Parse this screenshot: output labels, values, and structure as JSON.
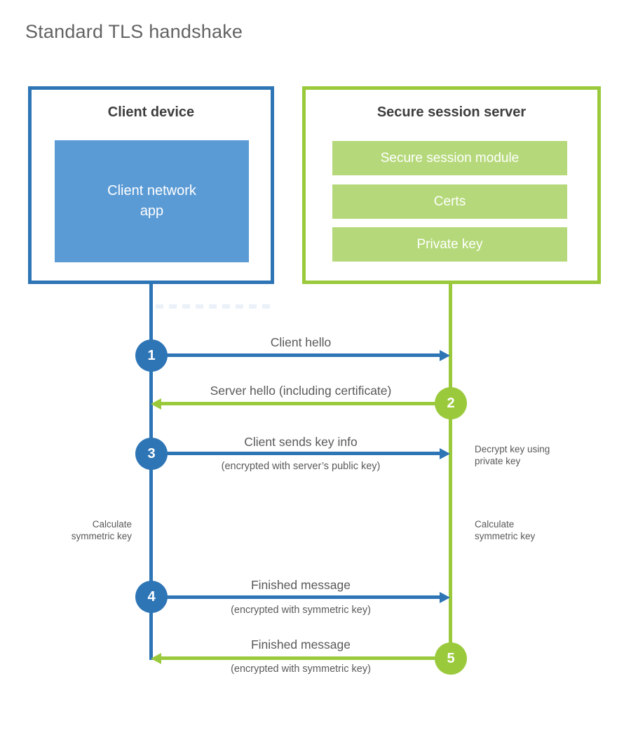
{
  "title": "Standard TLS handshake",
  "client": {
    "title": "Client device",
    "app_line1": "Client network",
    "app_line2": "app"
  },
  "server": {
    "title": "Secure session server",
    "modules": [
      "Secure session module",
      "Certs",
      "Private key"
    ]
  },
  "steps": [
    {
      "num": "1",
      "label": "Client hello",
      "sub": "",
      "direction": "client-to-server",
      "color": "#2e75b6"
    },
    {
      "num": "2",
      "label": "Server hello (including certificate)",
      "sub": "",
      "direction": "server-to-client",
      "color": "#9aca3c"
    },
    {
      "num": "3",
      "label": "Client sends key info",
      "sub": "(encrypted with server’s public key)",
      "direction": "client-to-server",
      "color": "#2e75b6"
    },
    {
      "num": "4",
      "label": "Finished message",
      "sub": "(encrypted with symmetric key)",
      "direction": "client-to-server",
      "color": "#2e75b6"
    },
    {
      "num": "5",
      "label": "Finished message",
      "sub": "(encrypted with symmetric key)",
      "direction": "server-to-client",
      "color": "#9aca3c"
    }
  ],
  "notes": {
    "decrypt_line1": "Decrypt key using",
    "decrypt_line2": "private key",
    "calc_left_line1": "Calculate",
    "calc_left_line2": "symmetric key",
    "calc_right_line1": "Calculate",
    "calc_right_line2": "symmetric key"
  },
  "colors": {
    "blue": "#2e75b6",
    "blue_light": "#5b9bd5",
    "green": "#9aca3c",
    "green_light": "#b5d97a",
    "heading_text": "#3d3d3d",
    "label_text": "#595959",
    "title_text": "#636363"
  }
}
